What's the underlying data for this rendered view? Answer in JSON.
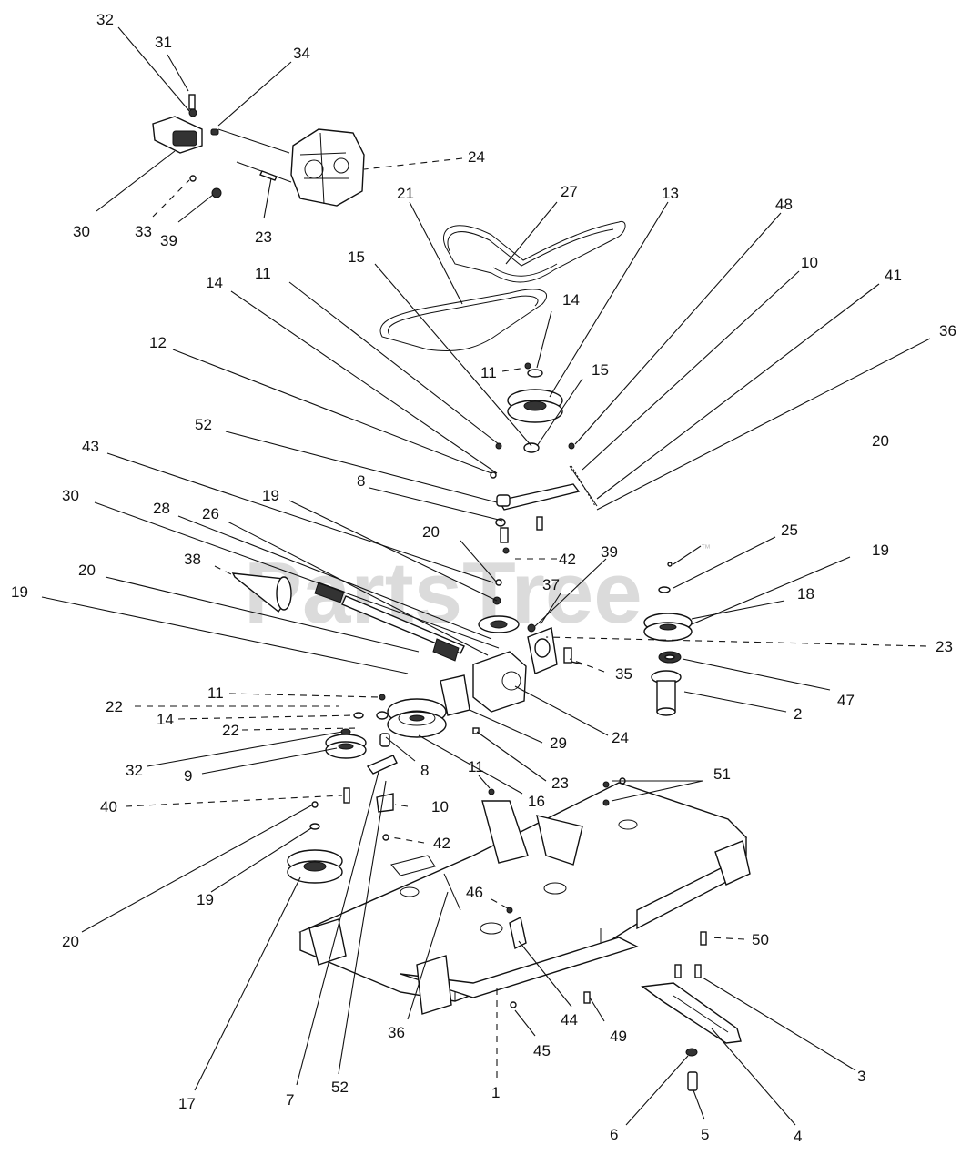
{
  "watermark": {
    "text": "PartsTree",
    "trademark": "™"
  },
  "callouts": {
    "c32a": "32",
    "c31": "31",
    "c34": "34",
    "c24a": "24",
    "c30a": "30",
    "c33": "33",
    "c39a": "39",
    "c23a": "23",
    "c27": "27",
    "c21": "21",
    "c13": "13",
    "c48": "48",
    "c10a": "10",
    "c41": "41",
    "c36a": "36",
    "c15a": "15",
    "c11a": "11",
    "c14a": "14",
    "c14b": "14",
    "c11b": "11",
    "c15b": "15",
    "c12": "12",
    "c52a": "52",
    "c8a": "8",
    "c43": "43",
    "c19a": "19",
    "c30b": "30",
    "c28": "28",
    "c26": "26",
    "c20a": "20",
    "c20b": "20",
    "c25": "25",
    "c19b": "19",
    "c38": "38",
    "c42a": "42",
    "c39b": "39",
    "c20c": "20",
    "c37": "37",
    "c18": "18",
    "c19c": "19",
    "c23b": "23",
    "c35": "35",
    "c47": "47",
    "c2": "2",
    "c24b": "24",
    "c29": "29",
    "c22a": "22",
    "c11c": "11",
    "c14c": "14",
    "c22b": "22",
    "c32b": "32",
    "c9": "9",
    "c8b": "8",
    "c23c": "23",
    "c11d": "11",
    "c16": "16",
    "c51": "51",
    "c40": "40",
    "c10b": "10",
    "c42b": "42",
    "c20d": "20",
    "c19d": "19",
    "c46": "46",
    "c50": "50",
    "c36b": "36",
    "c44": "44",
    "c49": "49",
    "c45": "45",
    "c3": "3",
    "c17": "17",
    "c7": "7",
    "c52b": "52",
    "c1": "1",
    "c6": "6",
    "c5": "5",
    "c4": "4"
  }
}
